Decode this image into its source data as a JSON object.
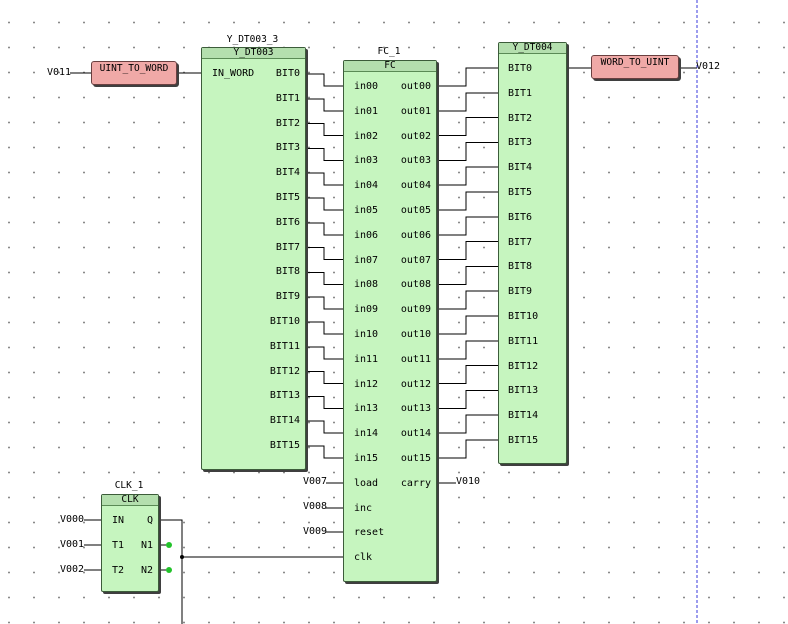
{
  "y_dt003": {
    "instance": "Y_DT003_3",
    "type": "Y_DT003",
    "input": "IN_WORD",
    "outputs": [
      "BIT0",
      "BIT1",
      "BIT2",
      "BIT3",
      "BIT4",
      "BIT5",
      "BIT6",
      "BIT7",
      "BIT8",
      "BIT9",
      "BIT10",
      "BIT11",
      "BIT12",
      "BIT13",
      "BIT14",
      "BIT15"
    ]
  },
  "fc": {
    "instance": "FC_1",
    "type": "FC",
    "inputs": [
      "in00",
      "in01",
      "in02",
      "in03",
      "in04",
      "in05",
      "in06",
      "in07",
      "in08",
      "in09",
      "in10",
      "in11",
      "in12",
      "in13",
      "in14",
      "in15",
      "load",
      "inc",
      "reset",
      "clk"
    ],
    "outputs": [
      "out00",
      "out01",
      "out02",
      "out03",
      "out04",
      "out05",
      "out06",
      "out07",
      "out08",
      "out09",
      "out10",
      "out11",
      "out12",
      "out13",
      "out14",
      "out15",
      "carry"
    ]
  },
  "y_dt004": {
    "type": "Y_DT004",
    "inputs": [
      "BIT0",
      "BIT1",
      "BIT2",
      "BIT3",
      "BIT4",
      "BIT5",
      "BIT6",
      "BIT7",
      "BIT8",
      "BIT9",
      "BIT10",
      "BIT11",
      "BIT12",
      "BIT13",
      "BIT14",
      "BIT15"
    ]
  },
  "uint_to_word": {
    "label": "UINT_TO_WORD"
  },
  "word_to_uint": {
    "label": "WORD_TO_UINT"
  },
  "clk": {
    "instance": "CLK_1",
    "type": "CLK",
    "inputs": [
      "IN",
      "T1",
      "T2"
    ],
    "outputs": [
      "Q",
      "N1",
      "N2"
    ]
  },
  "vars": {
    "v011": "V011",
    "v012": "V012",
    "v007": "V007",
    "v008": "V008",
    "v009": "V009",
    "v010": "V010",
    "v000": "V000",
    "v001": "V001",
    "v002": "V002"
  },
  "colors": {
    "block_fill": "#c6f5bf",
    "block_header": "#b4dfae",
    "func_fill": "#f0a9a7",
    "pin_dot": "#22c22a",
    "page_border": "#3a3adc"
  }
}
